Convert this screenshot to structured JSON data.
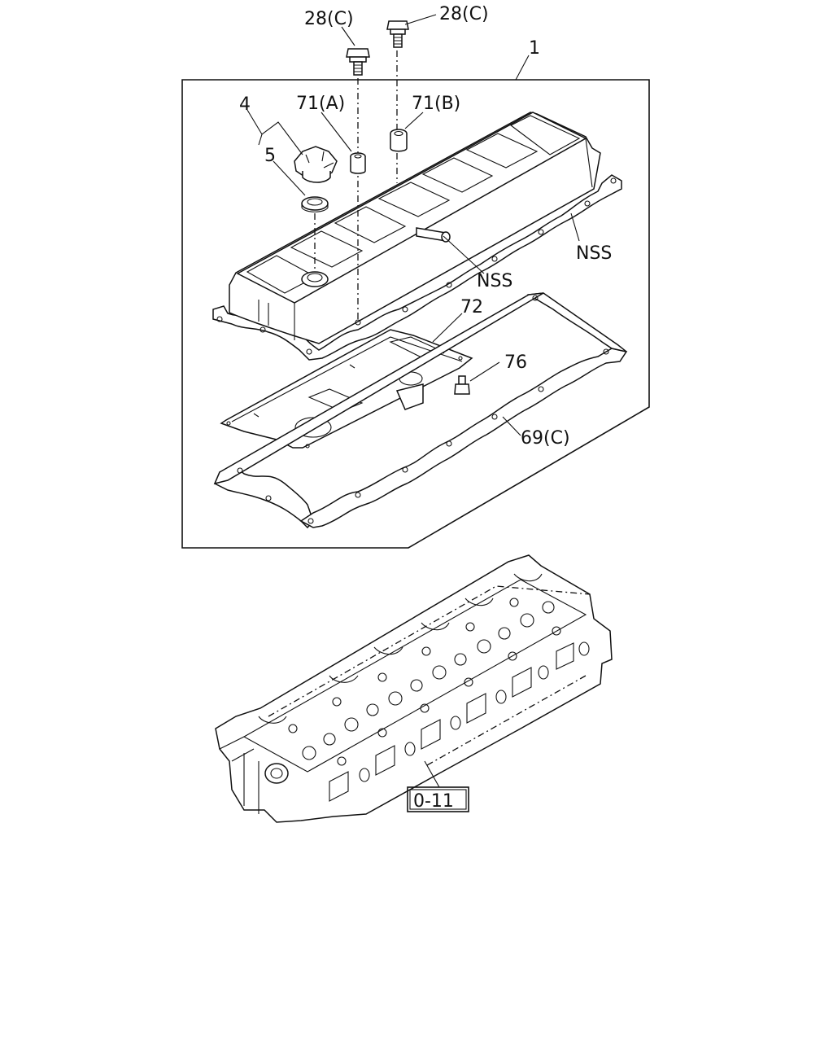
{
  "labels": {
    "bolt_left": "28(C)",
    "bolt_right": "28(C)",
    "assembly": "1",
    "cap": "4",
    "seal": "5",
    "grommet_a": "71(A)",
    "grommet_b": "71(B)",
    "nss_right": "NSS",
    "nss_center": "NSS",
    "plate": "72",
    "bolt_small": "76",
    "gasket": "69(C)",
    "reference": "0-11"
  }
}
